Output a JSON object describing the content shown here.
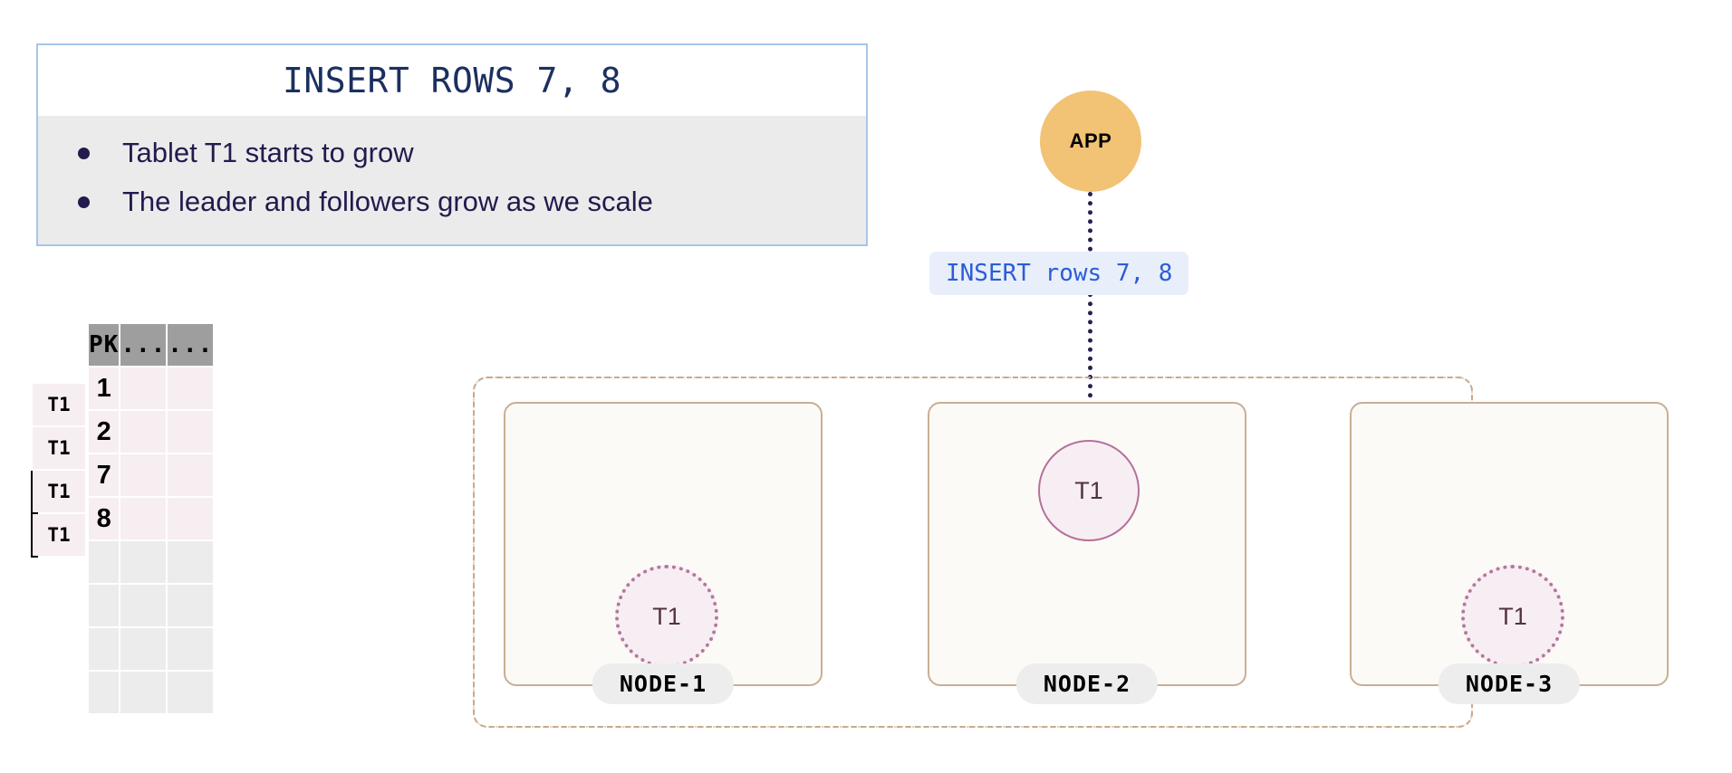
{
  "callout": {
    "title": "INSERT ROWS 7, 8",
    "bullets": [
      "Tablet T1 starts to grow",
      "The leader and followers grow as we scale"
    ],
    "border_color": "#a8c6e8",
    "body_bg": "#ebebeb",
    "title_color": "#1b3060"
  },
  "table": {
    "headers": [
      "PK",
      "...",
      "..."
    ],
    "rows": [
      {
        "tablet": "T1",
        "pk": "1",
        "marked": false,
        "filled": true
      },
      {
        "tablet": "T1",
        "pk": "2",
        "marked": false,
        "filled": true
      },
      {
        "tablet": "T1",
        "pk": "7",
        "marked": true,
        "filled": true
      },
      {
        "tablet": "T1",
        "pk": "8",
        "marked": true,
        "filled": true
      },
      {
        "tablet": "",
        "pk": "",
        "marked": false,
        "filled": false
      },
      {
        "tablet": "",
        "pk": "",
        "marked": false,
        "filled": false
      },
      {
        "tablet": "",
        "pk": "",
        "marked": false,
        "filled": false
      },
      {
        "tablet": "",
        "pk": "",
        "marked": false,
        "filled": false
      }
    ],
    "header_bg": "#9e9e9e",
    "filled_bg": "#f6eef1",
    "empty_bg": "#ececec"
  },
  "app": {
    "label": "APP",
    "color": "#f2c275"
  },
  "query": {
    "label": "INSERT rows 7, 8",
    "text_color": "#2d5cd6",
    "bg_color": "#e8effb"
  },
  "cluster": {
    "border_color": "#c9a98d",
    "nodes": [
      {
        "name": "NODE-1",
        "tablet": "T1",
        "role": "follower"
      },
      {
        "name": "NODE-2",
        "tablet": "T1",
        "role": "leader"
      },
      {
        "name": "NODE-3",
        "tablet": "T1",
        "role": "follower"
      }
    ],
    "node_bg": "#fcfaf6",
    "node_border": "#c9ae95",
    "badge_bg": "#ededed",
    "tablet_fill": "#f7eef3",
    "leader_border": "#b5709c",
    "follower_border": "#b5779d"
  },
  "flow": {
    "icon": "arrow-down-icon",
    "color": "#2a2050"
  }
}
